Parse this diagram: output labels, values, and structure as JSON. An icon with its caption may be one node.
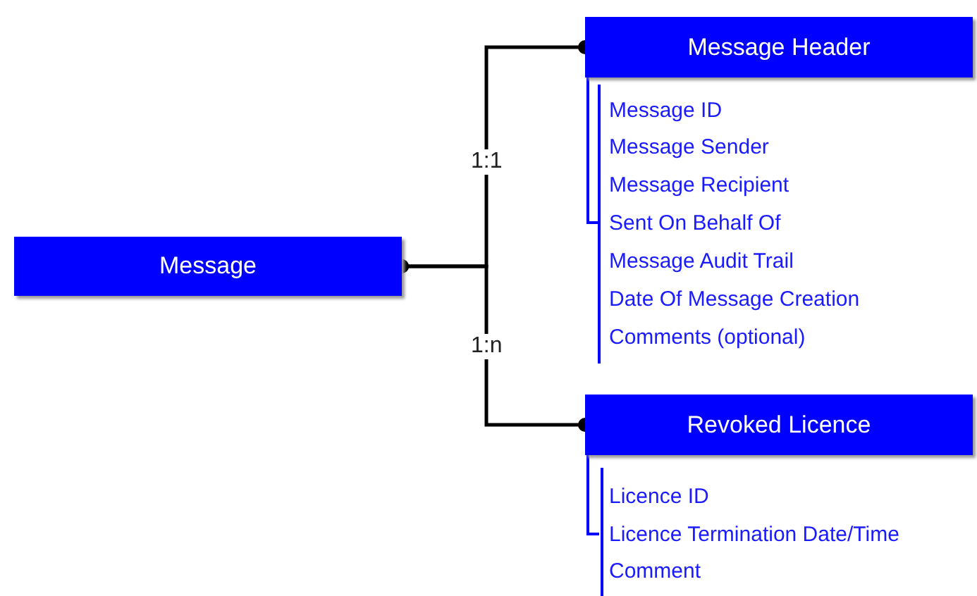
{
  "diagram": {
    "nodes": [
      {
        "text": [
          "Message"
        ]
      },
      {
        "text": [
          "Message Header"
        ]
      },
      {
        "text": [
          "Revoked Licence"
        ]
      }
    ],
    "edges": [
      {
        "from": 0,
        "to": 1,
        "arrow": "other",
        "label": "1:1"
      },
      {
        "from": 0,
        "to": 2,
        "arrow": "other",
        "label": "1:n"
      }
    ],
    "labels": [
      "Message ID",
      "Message Sender",
      "Message Recipient",
      "Sent On Behalf Of",
      "Message Audit Trail",
      "Date Of Message Creation",
      "Comments (optional)",
      "Licence ID",
      "Licence Termination Date/Time",
      "Comment"
    ]
  }
}
